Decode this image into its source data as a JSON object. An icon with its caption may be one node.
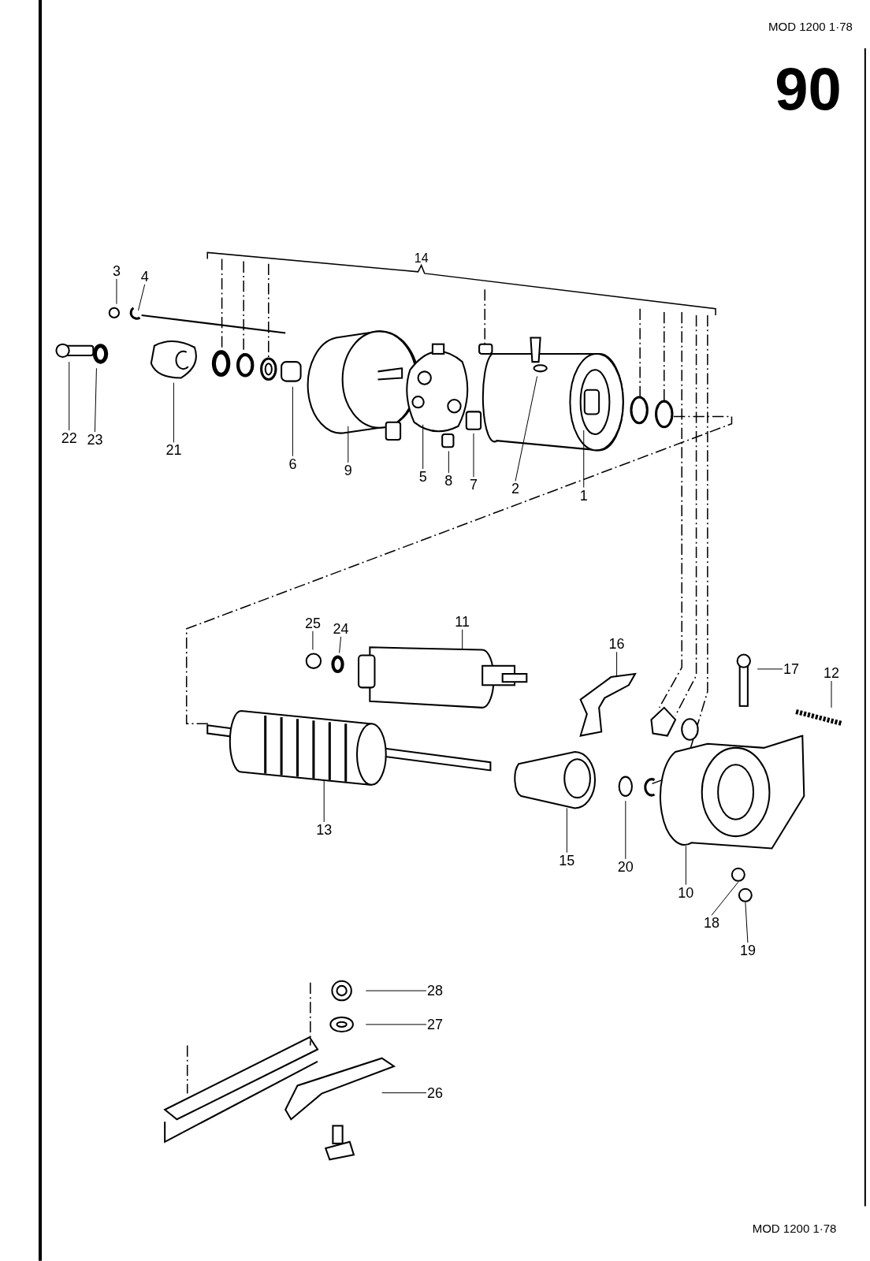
{
  "diagram": {
    "nodes": [
      {
        "text": [
          "3"
        ]
      },
      {
        "text": [
          "4"
        ]
      },
      {
        "text": [
          "22"
        ]
      },
      {
        "text": [
          "23"
        ]
      },
      {
        "text": [
          "21"
        ]
      },
      {
        "text": [
          "6"
        ]
      },
      {
        "text": [
          "9"
        ]
      },
      {
        "text": [
          "5"
        ]
      },
      {
        "text": [
          "8"
        ]
      },
      {
        "text": [
          "7"
        ]
      },
      {
        "text": [
          "2"
        ]
      },
      {
        "text": [
          "1"
        ]
      },
      {
        "text": [
          "25"
        ]
      },
      {
        "text": [
          "24"
        ]
      },
      {
        "text": [
          "11"
        ]
      },
      {
        "text": [
          "16"
        ]
      },
      {
        "text": [
          "17"
        ]
      },
      {
        "text": [
          "12"
        ]
      },
      {
        "text": [
          "13"
        ]
      },
      {
        "text": [
          "15"
        ]
      },
      {
        "text": [
          "20"
        ]
      },
      {
        "text": [
          "10"
        ]
      },
      {
        "text": [
          "18"
        ]
      },
      {
        "text": [
          "19"
        ]
      },
      {
        "text": [
          "28"
        ]
      },
      {
        "text": [
          "27"
        ]
      },
      {
        "text": [
          "26"
        ]
      },
      {
        "text": [],
        "shape": "circle"
      },
      {
        "text": [],
        "shape": "circle"
      }
    ],
    "edges": [
      {
        "from": 0,
        "to": null,
        "arrow": "none"
      },
      {
        "from": 1,
        "to": null,
        "arrow": "none"
      },
      {
        "from": 2,
        "to": null,
        "arrow": "none"
      },
      {
        "from": 3,
        "to": null,
        "arrow": "none"
      },
      {
        "from": 4,
        "to": null,
        "arrow": "none"
      },
      {
        "from": 5,
        "to": null,
        "arrow": "none"
      },
      {
        "from": 6,
        "to": null,
        "arrow": "none"
      },
      {
        "from": 7,
        "to": null,
        "arrow": "none"
      },
      {
        "from": 8,
        "to": null,
        "arrow": "none"
      },
      {
        "from": 9,
        "to": null,
        "arrow": "none"
      },
      {
        "from": 10,
        "to": null,
        "arrow": "none"
      },
      {
        "from": 11,
        "to": null,
        "arrow": "none"
      },
      {
        "from": 12,
        "to": null,
        "arrow": "none"
      },
      {
        "from": 13,
        "to": null,
        "arrow": "none"
      },
      {
        "from": 14,
        "to": null,
        "arrow": "none"
      },
      {
        "from": 15,
        "to": null,
        "arrow": "none"
      },
      {
        "from": 16,
        "to": null,
        "arrow": "none"
      },
      {
        "from": 17,
        "to": null,
        "arrow": "none"
      },
      {
        "from": 18,
        "to": null,
        "arrow": "none"
      },
      {
        "from": 19,
        "to": null,
        "arrow": "none"
      },
      {
        "from": 20,
        "to": null,
        "arrow": "none"
      },
      {
        "from": 21,
        "to": null,
        "arrow": "none"
      },
      {
        "from": 22,
        "to": 27,
        "arrow": "none"
      },
      {
        "from": 23,
        "to": 28,
        "arrow": "none"
      },
      {
        "from": 24,
        "to": null,
        "arrow": "none"
      },
      {
        "from": 25,
        "to": null,
        "arrow": "none"
      },
      {
        "from": 26,
        "to": null,
        "arrow": "none"
      }
    ],
    "labels": [
      "MOD 1200 1·78",
      "90",
      "14",
      "MOD 1200 1·78"
    ]
  }
}
